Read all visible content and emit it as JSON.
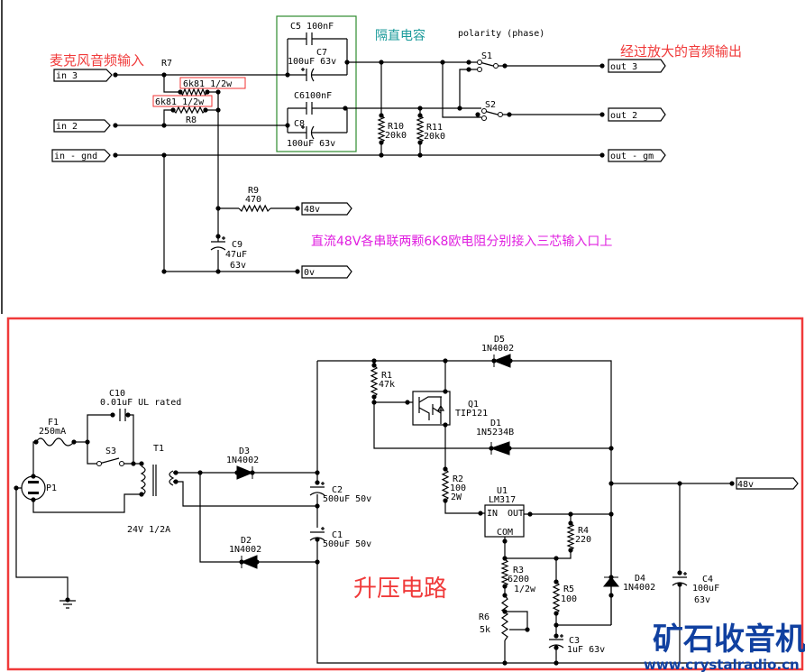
{
  "annotations": {
    "mic_input": "麦克风音频输入",
    "dc_blocking": "隔直电容",
    "polarity": "polarity (phase)",
    "amplified_output": "经过放大的音频输出",
    "phantom_note": "直流48V各串联两颗6K8欧电阻分别接入三芯输入口上",
    "boost_circuit": "升压电路",
    "watermark": "矿石收音机",
    "watermark_url": "www.crystalradio.cn"
  },
  "ports": {
    "in3": "in 3",
    "in2": "in 2",
    "in_gnd": "in - gnd",
    "out3": "out 3",
    "out2": "out 2",
    "out_gnd": "out - gm",
    "v48_top": "48v",
    "v0": "0v",
    "v48_bottom": "48v"
  },
  "components": {
    "R7": {
      "ref": "R7",
      "value": "6k81  1/2w"
    },
    "R8": {
      "ref": "R8",
      "value": "6k81 1/2w"
    },
    "C5": {
      "ref": "C5 100nF"
    },
    "C7": {
      "ref": "C7",
      "value": "100uF 63v"
    },
    "C6": {
      "ref": "C6100nF"
    },
    "C8": {
      "ref": "C8",
      "value": "100uF  63v"
    },
    "R10": {
      "ref": "R10",
      "value": "20k0"
    },
    "R11": {
      "ref": "R11",
      "value": "20k0"
    },
    "S1": {
      "ref": "S1"
    },
    "S2": {
      "ref": "S2"
    },
    "R9": {
      "ref": "R9",
      "value": "470"
    },
    "C9": {
      "ref": "C9",
      "value": "47uF",
      "rating": "63v"
    },
    "C10": {
      "ref": "C10",
      "value": "0.01uF  UL rated"
    },
    "F1": {
      "ref": "F1",
      "value": "250mA"
    },
    "S3": {
      "ref": "S3"
    },
    "P1": {
      "ref": "P1"
    },
    "T1": {
      "ref": "T1",
      "value": "24V  1/2A"
    },
    "D3": {
      "ref": "D3",
      "value": "1N4002"
    },
    "D2": {
      "ref": "D2",
      "value": "1N4002"
    },
    "C2": {
      "ref": "C2",
      "value": "500uF  50v"
    },
    "C1": {
      "ref": "C1",
      "value": "500uF  50v"
    },
    "D5": {
      "ref": "D5",
      "value": "1N4002"
    },
    "R1": {
      "ref": "R1",
      "value": "47k"
    },
    "Q1": {
      "ref": "Q1",
      "value": "TIP121"
    },
    "D1": {
      "ref": "D1",
      "value": "1N5234B"
    },
    "R2": {
      "ref": "R2",
      "value": "100",
      "rating": "2W"
    },
    "U1": {
      "ref": "U1",
      "value": "LM317",
      "pin_in": "IN",
      "pin_out": "OUT",
      "pin_com": "COM"
    },
    "R4": {
      "ref": "R4",
      "value": "220"
    },
    "R3": {
      "ref": "R3",
      "value": "6200",
      "rating": "1/2w"
    },
    "R5": {
      "ref": "R5",
      "value": "100"
    },
    "R6": {
      "ref": "R6",
      "value": "5k"
    },
    "C3": {
      "ref": "C3",
      "value": "1uF  63v"
    },
    "D4": {
      "ref": "D4",
      "value": "1N4002"
    },
    "C4": {
      "ref": "C4",
      "value": "100uF",
      "rating": "63v"
    }
  },
  "colors": {
    "wire": "#000000",
    "highlight_red": "#f03030",
    "dc_box_green": "#2e8b2e",
    "teal_text": "#1a9a9a",
    "magenta_text": "#e020e0",
    "watermark_blue": "#1040a0"
  }
}
